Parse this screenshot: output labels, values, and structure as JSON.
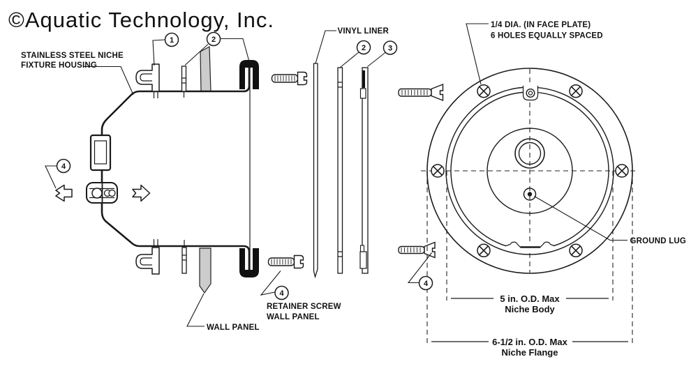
{
  "watermark": "©Aquatic Technology, Inc.",
  "colors": {
    "watermark": "#b5b5b5",
    "panel_fill": "#cccccc",
    "line": "#1a1a1a"
  },
  "callouts": {
    "c1": "1",
    "c2a": "2",
    "c2b": "2",
    "c3": "3",
    "c4a": "4",
    "c4b": "4",
    "c4c": "4"
  },
  "labels": {
    "housing_1": "STAINLESS STEEL NICHE",
    "housing_2": "FIXTURE HOUSING",
    "vinyl_liner": "VINYL LINER",
    "face_note_1": "1/4 DIA. (IN FACE PLATE)",
    "face_note_2": "6 HOLES EQUALLY SPACED",
    "retainer_1": "RETAINER SCREW",
    "retainer_2": "WALL PANEL",
    "wall_panel": "WALL PANEL",
    "ground_lug": "GROUND LUG"
  },
  "dimensions": {
    "body_value": "5 in. O.D. Max",
    "body_name": "Niche Body",
    "flange_value": "6-1/2 in. O.D. Max",
    "flange_name": "Niche Flange"
  }
}
